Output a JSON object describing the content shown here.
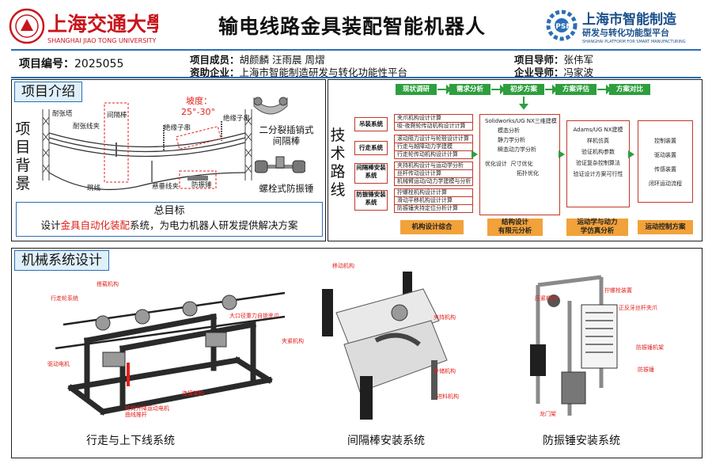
{
  "header": {
    "sjtu_logo_cn": "上海交通大學",
    "sjtu_logo_en": "SHANGHAI JIAO TONG UNIVERSITY",
    "title": "输电线路金具装配智能机器人",
    "platform_logo_cn": "上海市智能制造",
    "platform_logo_cn2": "研发与转化功能型平台",
    "platform_logo_en": "SHANGHAI PLATFORM FOR SMART MANUFACTURING"
  },
  "info": {
    "project_no_label": "项目编号：",
    "project_no": "2025055",
    "members_label": "项目成员：",
    "members": "胡颜麟 汪雨晨 周熠",
    "sponsor_label": "资助企业：",
    "sponsor": "上海市智能制造研发与转化功能性平台",
    "advisor_label": "项目导师：",
    "advisor": "张伟军",
    "ent_advisor_label": "企业导师：",
    "ent_advisor": "冯家波"
  },
  "intro": {
    "section_title": "项目介绍",
    "background_label": "项目背景",
    "diagram_labels": {
      "tower": "耐张塔",
      "clamp": "耐张线夹",
      "spacer": "间隔棒",
      "insulator1": "绝缘子串",
      "insulator2": "绝缘子串",
      "suspension": "悬垂线夹",
      "damper": "防振锤",
      "jumper": "跳线",
      "slope": "坡度：",
      "slope_value": "25°-30°"
    },
    "part1_label1": "二分裂插销式",
    "part1_label2": "间隔棒",
    "part2_label": "螺栓式防振锤",
    "goal_title": "总目标",
    "goal_pre": "设计",
    "goal_highlight": "金具自动化装配",
    "goal_post": "系统，为电力机器人研发提供解决方案"
  },
  "roadmap": {
    "label": "技术路线",
    "top_steps": [
      "现状调研",
      "需求分析",
      "初步方案",
      "方案评估",
      "方案对比"
    ],
    "modules": [
      {
        "name": "吊装系统",
        "items": [
          "夹爪机构设计计算",
          "吸-夜爬轮传动机构设计计算"
        ]
      },
      {
        "name": "行走系统",
        "items": [
          "滚动阻力设计与轮毂设计计算",
          "行走与越障动力学建模",
          "行走轮传动机构设计计算"
        ]
      },
      {
        "name": "间隔棒安装系统",
        "items": [
          "夹持机构设计与运动学分析",
          "丝杆传动设计计算",
          "机械臂运动/动力学建模与分析"
        ]
      },
      {
        "name": "防振锤安装系统",
        "items": [
          "拧螺栓机构设计计算",
          "滑动平移机构设计计算",
          "防振锤夹持定位分析计算"
        ]
      }
    ],
    "col2": [
      "Solidworks/UG NX三维建模",
      "模态分析",
      "静力学分析",
      "瞬态动力学分析",
      "优化设计",
      "尺寸优化",
      "拓扑优化"
    ],
    "col3": [
      "Adams/UG NX建模",
      "样机仿真",
      "验证机构参数",
      "验证复杂控制算法",
      "验证设计方案可行性"
    ],
    "col4": [
      "控制装置",
      "驱动装置",
      "传感装置",
      "闭环运动流程"
    ],
    "bottom_steps": [
      "机构设计综合",
      "结构设计\n有限元分析",
      "运动学与动力\n学仿真分析",
      "运动控制方案"
    ]
  },
  "mech": {
    "section_title": "机械系统设计",
    "captions": [
      "行走与上下线系统",
      "间隔棒安装系统",
      "防振锤安装系统"
    ],
    "robot1_callouts": [
      "搭载机构",
      "行走轮系统",
      "大口径重力自锁夹爪",
      "驱动电机",
      "轮臂升降运动电机\n曲线推杆",
      "连接架构"
    ],
    "robot2_callouts": [
      "移动机构",
      "夹持机构",
      "夹紧机构",
      "存储机构",
      "进料机构"
    ],
    "robot3_callouts": [
      "压紧机构",
      "拧螺栓装置",
      "正反牙丝杆夹爪",
      "防振锤机架",
      "防振锤",
      "龙门架"
    ]
  },
  "colors": {
    "accent": "#2b6fb5",
    "highlight": "#e0201b",
    "green": "#2e9e3e",
    "orange": "#f2a23a",
    "sjtu_red": "#c8161d"
  }
}
